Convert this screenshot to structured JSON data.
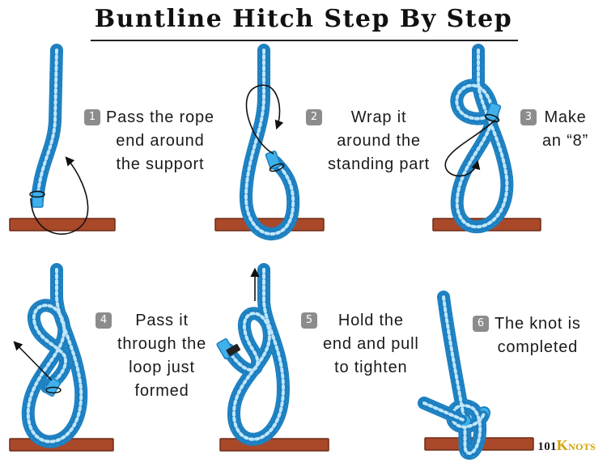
{
  "title": "Buntline Hitch Step By Step",
  "steps": [
    {
      "number": "1",
      "text": "Pass the rope\nend around\nthe support"
    },
    {
      "number": "2",
      "text": "Wrap it\naround the\nstanding part"
    },
    {
      "number": "3",
      "text": "Make\nan “8”"
    },
    {
      "number": "4",
      "text": "Pass it\nthrough the\nloop just\nformed"
    },
    {
      "number": "5",
      "text": "Hold the\nend and pull\nto tighten"
    },
    {
      "number": "6",
      "text": "The knot is\ncompleted"
    }
  ],
  "branding": {
    "num": "101",
    "k": "K",
    "rest": "NOTS"
  },
  "colors": {
    "rope": "#3fb0ea",
    "rope_dark": "#1d7fc0",
    "rope_light": "#bfe6fb",
    "support": "#a9492a",
    "support_edge": "#6e2a16",
    "arrow": "#111111",
    "badge": "#8c8c8c"
  }
}
